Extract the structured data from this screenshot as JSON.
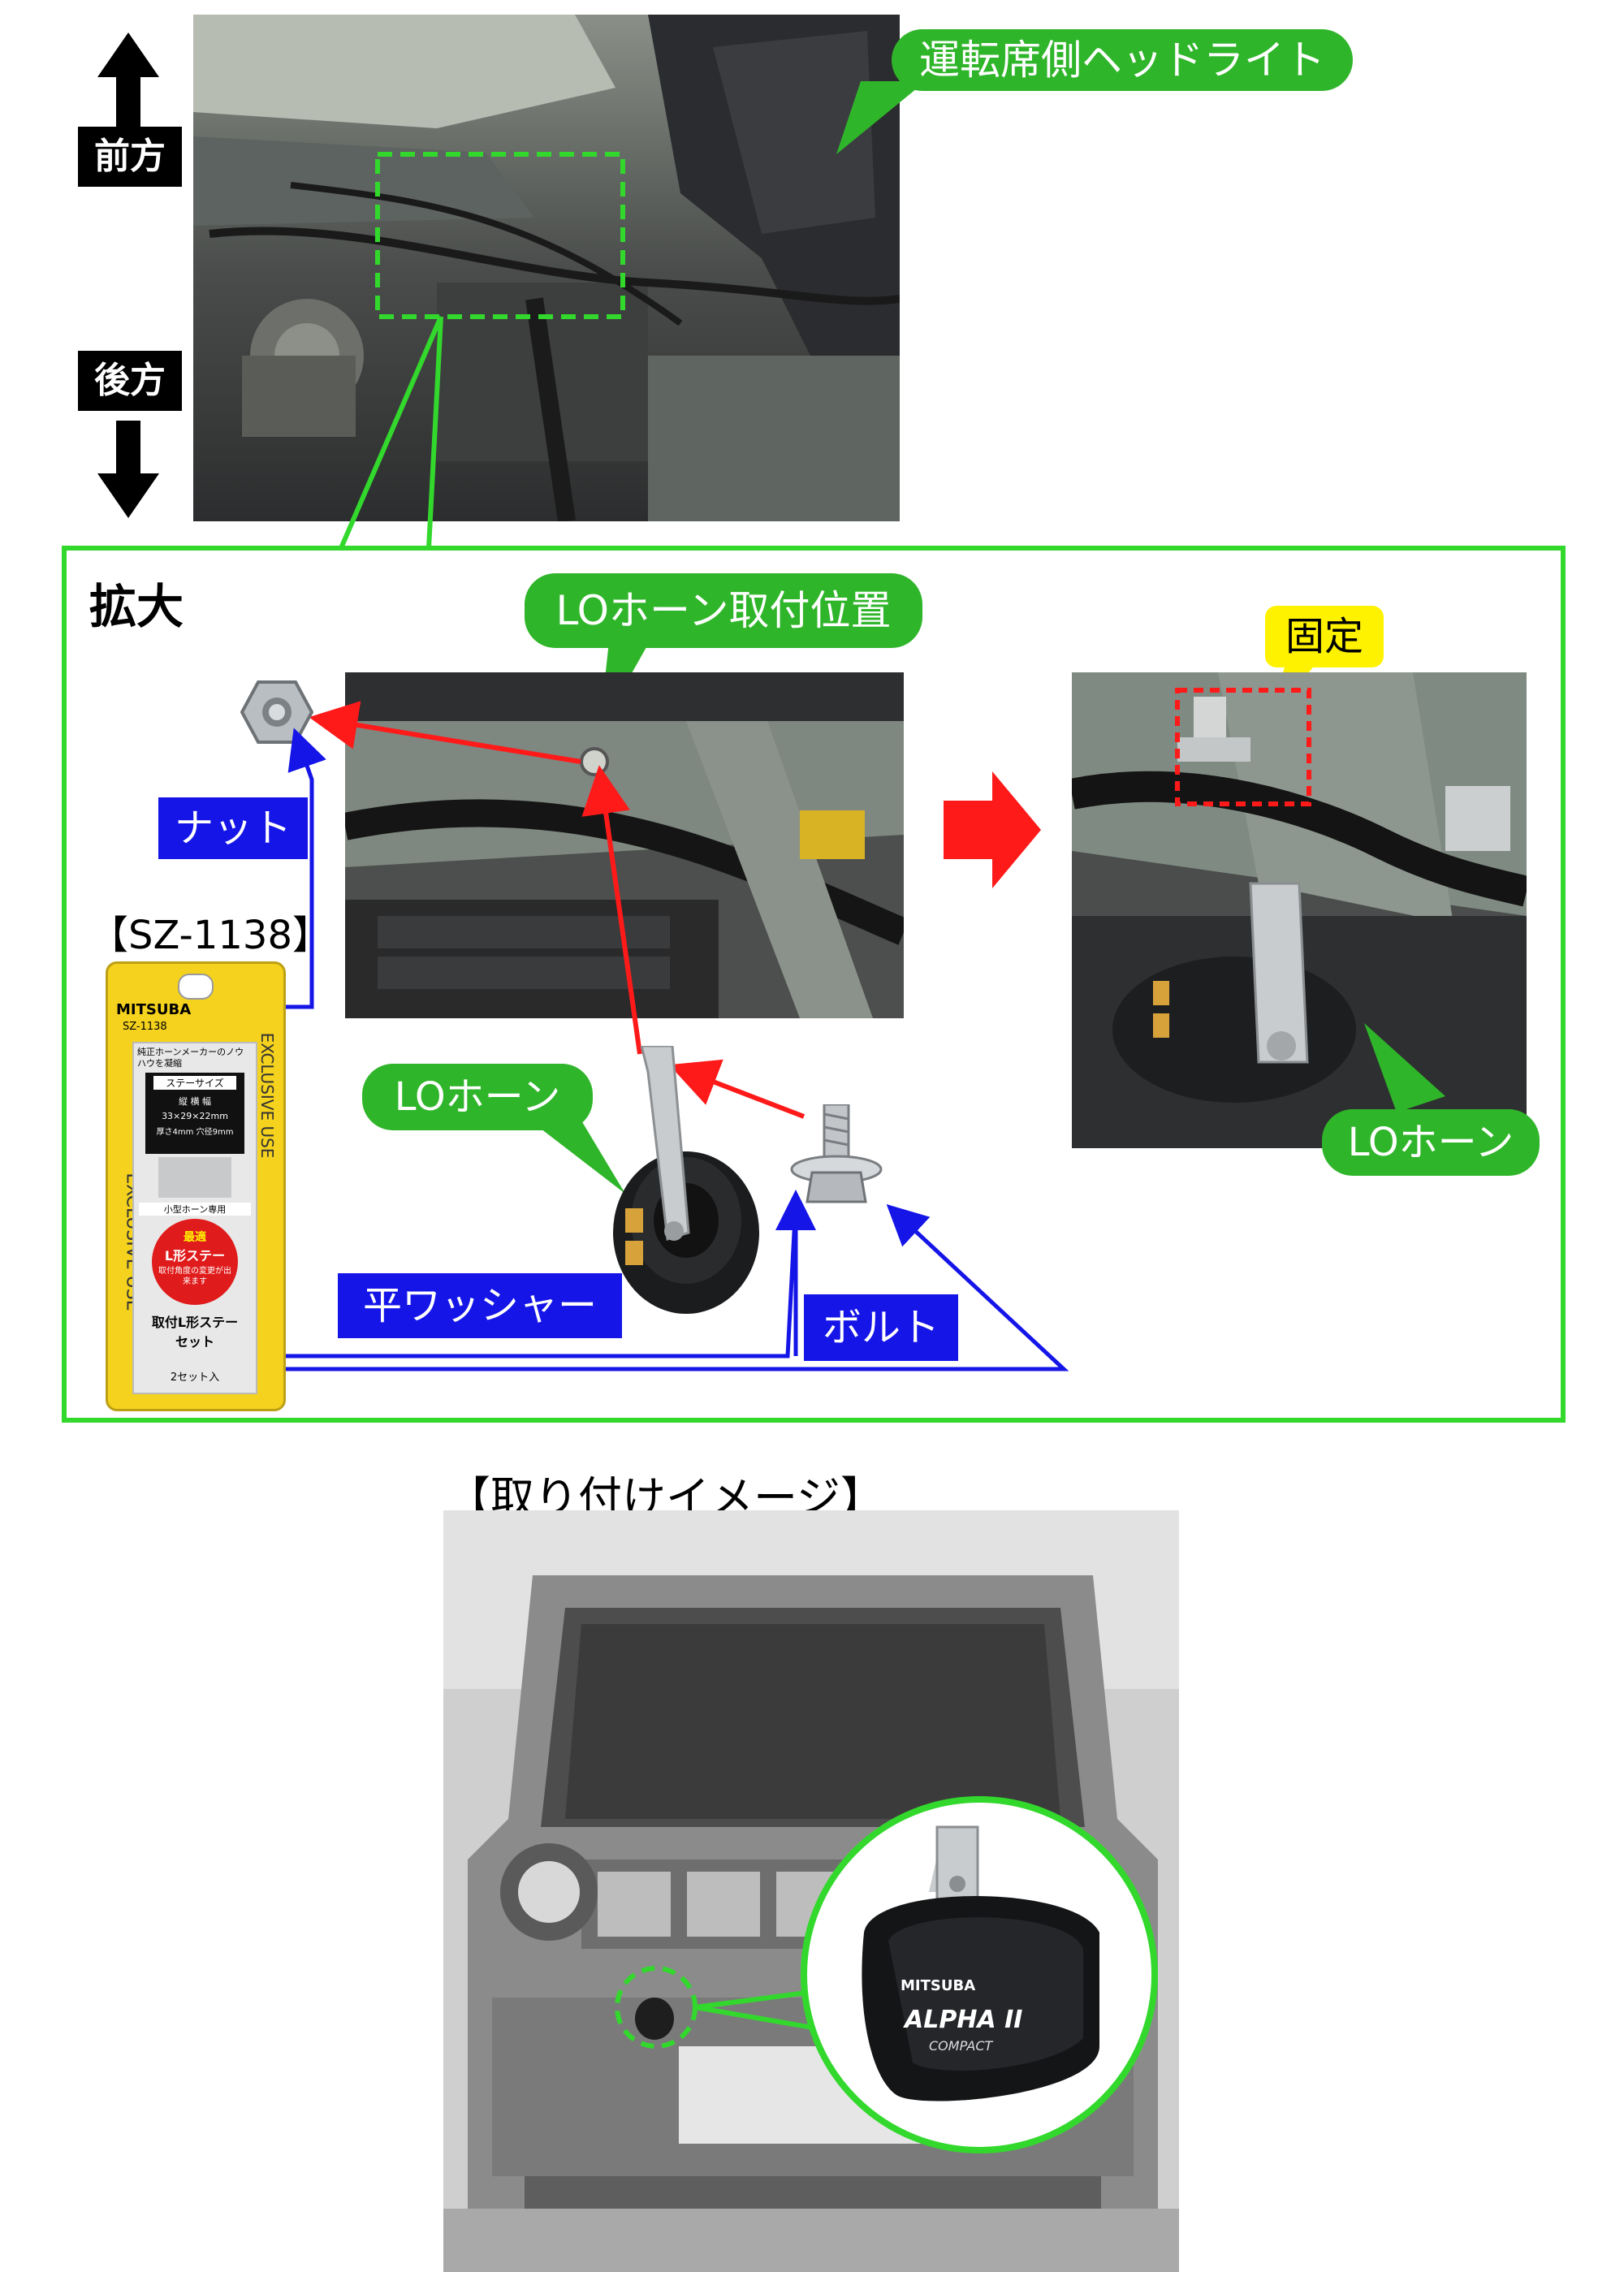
{
  "directions": {
    "front": "前方",
    "rear": "後方"
  },
  "callouts": {
    "headlight": "運転席側ヘッドライト",
    "enlarge": "拡大",
    "lo_horn_position": "LOホーン取付位置",
    "fixed": "固定",
    "lo_horn_left": "LOホーン",
    "lo_horn_right": "LOホーン"
  },
  "parts": {
    "nut": "ナット",
    "flat_washer": "平ワッシャー",
    "bolt": "ボルト",
    "product_code": "【SZ-1138】"
  },
  "package": {
    "brand": "MITSUBA",
    "model": "SZ-1138",
    "exclusive_use": "EXCLUSIVE USE",
    "note": "純正ホーンメーカーのノウハウを凝縮",
    "stay_size_title": "ステーサイズ",
    "stay_size_dims": "縦 横 幅",
    "stay_size_values": "33×29×22mm",
    "stay_size_thickness": "厚さ4mm 穴径9mm",
    "small_horn": "小型ホーン専用",
    "badge_1": "最適",
    "badge_2": "L形ステー",
    "badge_3": "取付角度の変更が出来ます",
    "product_name_1": "取付L形ステー",
    "product_name_2": "セット",
    "count": "2セット入"
  },
  "mounting_image": {
    "title": "【取り付けイメージ】",
    "horn_brand": "MITSUBA",
    "horn_model": "ALPHA II",
    "horn_sub": "COMPACT"
  },
  "colors": {
    "green": "#2fb52a",
    "frame_green": "#33d82d",
    "blue": "#1515e8",
    "red": "#ff1a1a",
    "yellow": "#fff200"
  }
}
